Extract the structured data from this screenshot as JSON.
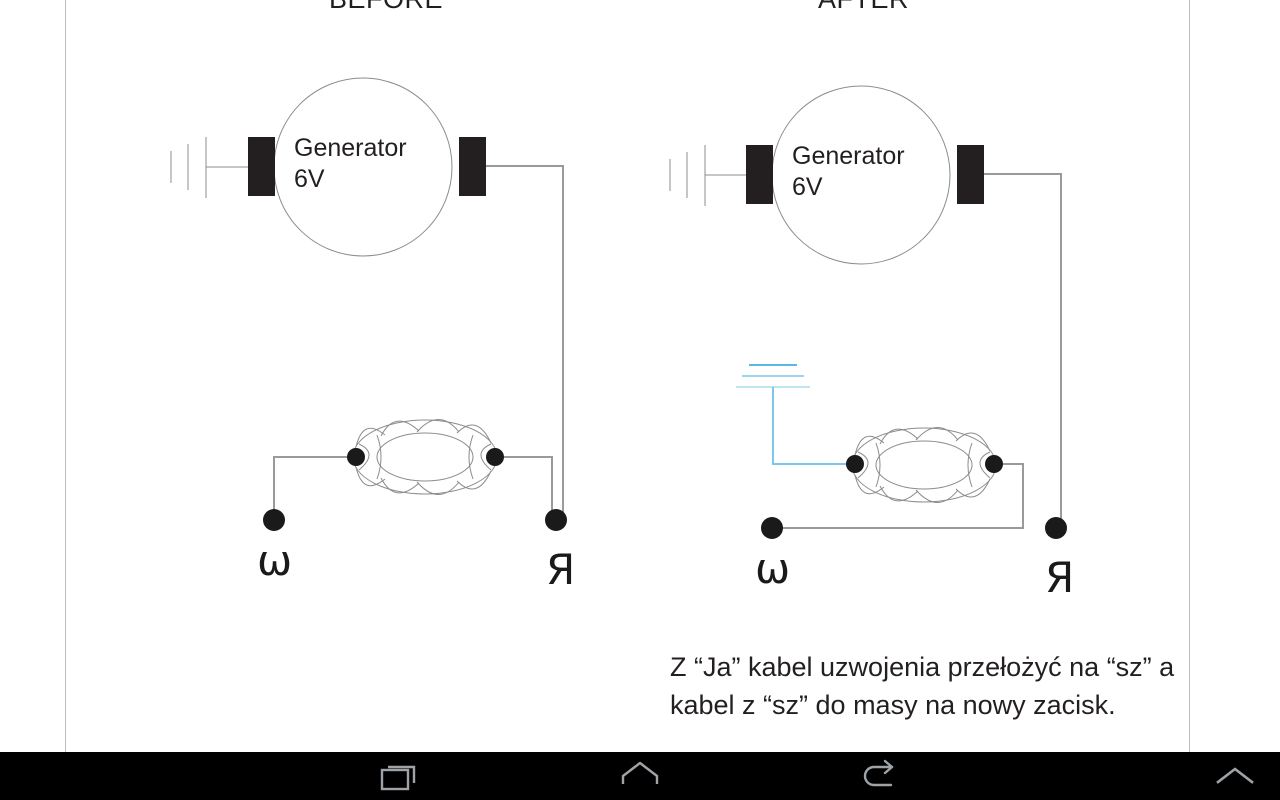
{
  "document": {
    "type": "wiring-diagram",
    "sections": [
      {
        "id": "before",
        "heading": "BEFORE"
      },
      {
        "id": "after",
        "heading": "AFTER"
      }
    ],
    "generator": {
      "name": "Generator",
      "voltage": "6V",
      "label": "Generator\n6V"
    },
    "terminals": {
      "omega": "ω",
      "ya": "Я"
    },
    "caption": "Z “Ja” kabel uzwojenia przełożyć na “sz” a kabel z “sz” do masy na nowy zacisk.",
    "colors": {
      "wire": "#9a9a9a",
      "ground_blue": "#6fc1e8",
      "terminal_block": "#231f20",
      "node_dot": "#1a1a1a",
      "outline": "#8c8c8c",
      "text": "#231f20",
      "page_border": "#b9bcc0",
      "navbar_bg": "#000000",
      "navbar_icon": "#9ea3a8"
    }
  },
  "navbar": {
    "buttons": [
      {
        "id": "recents",
        "label": "Recent apps",
        "icon": "recents-icon"
      },
      {
        "id": "home",
        "label": "Home",
        "icon": "home-icon"
      },
      {
        "id": "back",
        "label": "Back",
        "icon": "back-icon"
      },
      {
        "id": "expand",
        "label": "Expand",
        "icon": "chevron-up-icon"
      }
    ]
  }
}
